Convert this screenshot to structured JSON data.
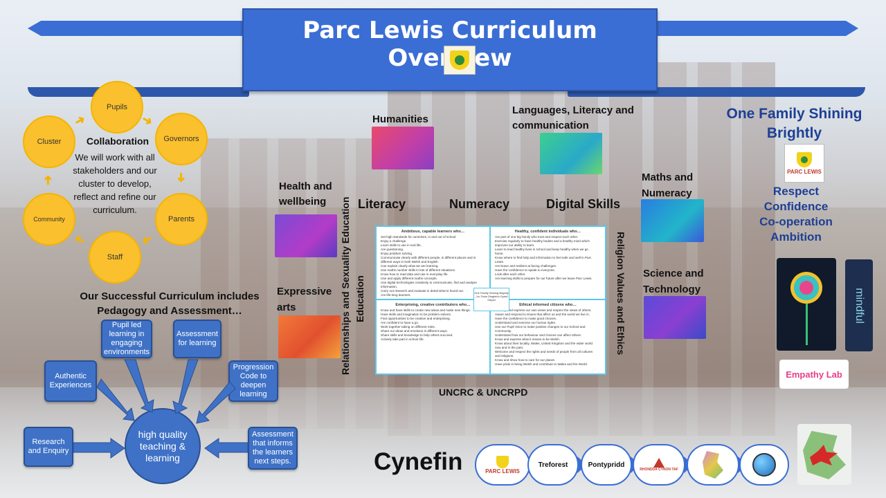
{
  "title": "Parc Lewis Curriculum Overview",
  "collaboration": {
    "nodes": [
      "Pupils",
      "Governors",
      "Parents",
      "Staff",
      "Community",
      "Cluster"
    ],
    "heading": "Collaboration",
    "text": "We will work with all stakeholders and our cluster to develop, reflect and refine our curriculum."
  },
  "pedagogy": {
    "heading": "Our Successful Curriculum includes Pedagogy and Assessment…",
    "center": "high quality teaching & learning",
    "boxes": {
      "pupil_led": "Pupil led learning in engaging environments",
      "assessment_learning": "Assessment for learning",
      "authentic": "Authentic Experiences",
      "progression": "Progression Code to deepen learning",
      "research": "Research and Enquiry",
      "assessment_next": "Assessment that informs the learners next steps."
    }
  },
  "areas": {
    "humanities": "Humanities",
    "languages": "Languages, Literacy and communication",
    "health": "Health and wellbeing",
    "expressive": "Expressive arts",
    "maths": "Maths and Numeracy",
    "science": "Science and Technology"
  },
  "skills": {
    "literacy": "Literacy",
    "numeracy": "Numeracy",
    "digital": "Digital Skills"
  },
  "vertical": {
    "rse": "Relationships and Sexuality Education",
    "rve": "Religion Values and Ethics"
  },
  "purposes": {
    "tl": "Ambitious, capable learners who…",
    "tr": "Healthy, confident individuals who…",
    "bl": "Enterprising, creative contributors who…",
    "br": "Ethical informed citizens who…",
    "center_note": "One Family Shining Brightly - Un Teulu Disgleirio Gyda'i Gilydd"
  },
  "uncrc": "UNCRC & UNCRPD",
  "motto": "One Family Shining Brightly",
  "school_logo_text": "PARC LEWIS",
  "values": [
    "Respect",
    "Confidence",
    "Co-operation",
    "Ambition"
  ],
  "side_logos": {
    "mindful": "mindful",
    "empathy": "Empathy Lab"
  },
  "cynefin": {
    "label": "Cynefin",
    "steps": [
      "PARC LEWIS",
      "Treforest",
      "Pontypridd",
      "RHONDDA CYNON TAF"
    ]
  },
  "colors": {
    "banner": "#3a6ed4",
    "circle": "#fbc02d",
    "box": "#3f72c6",
    "values": "#1e3f94"
  }
}
